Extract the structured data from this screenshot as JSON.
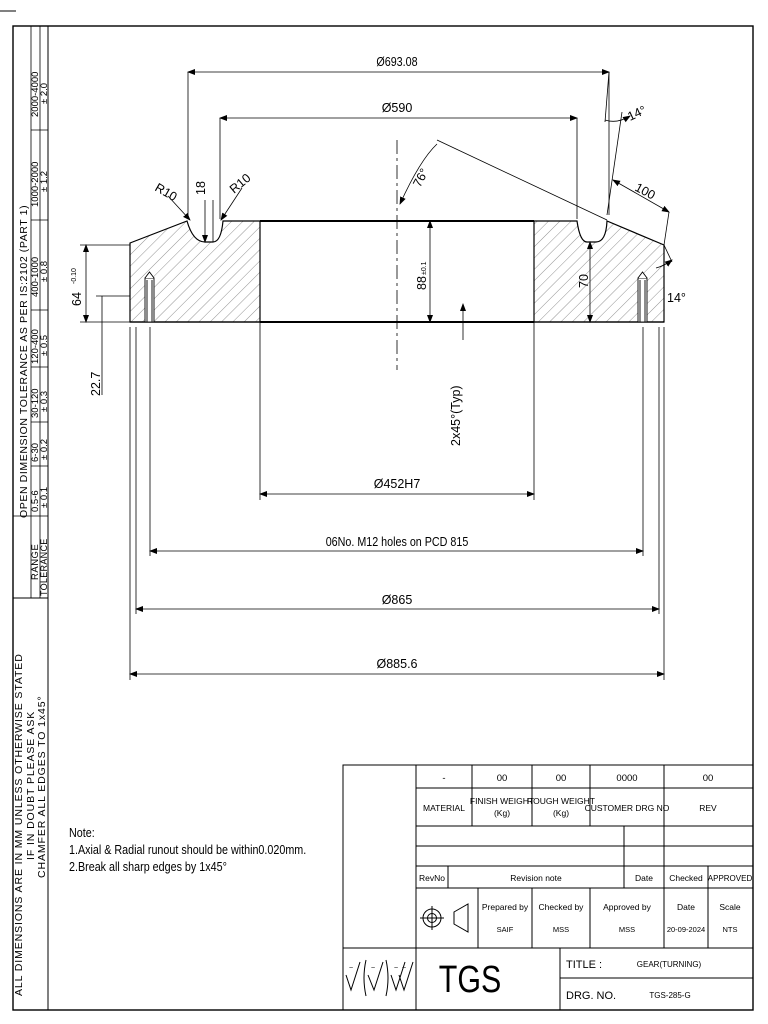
{
  "side_notes": {
    "line1": "ALL DIMENSIONS ARE IN MM UNLESS OTHERWISE STATED",
    "line2": "IF IN DOUBT PLEASE ASK",
    "line3": "CHAMFER ALL EDGES TO 1x45°"
  },
  "tolerance_table": {
    "title": "OPEN DIMENSION TOLERANCE AS PER IS:2102 (PART 1)",
    "range_label": "RANGE",
    "tolerance_label": "TOLERANCE",
    "ranges": [
      "0.5-6",
      "6-30",
      "30-120",
      "120-400",
      "400-1000",
      "1000-2000",
      "2000-4000"
    ],
    "tolerances": [
      "± 0.1",
      "± 0.2",
      "± 0.3",
      "± 0.5",
      "± 0.8",
      "± 1.2",
      "± 2.0"
    ]
  },
  "dimensions": {
    "d_693": "Ø693.08",
    "d_590": "Ø590",
    "d_452": "Ø452H7",
    "pcd_holes": "06No. M12 holes on PCD 815",
    "d_865": "Ø865",
    "d_885": "Ø885.6",
    "angle_76": "76°",
    "angle_14_top": "14°",
    "angle_14_side": "14°",
    "len_100": "100",
    "len_18": "18",
    "r10_left": "R10",
    "r10_right": "R10",
    "thk_64": "64",
    "thk_64_tol": "-0.10",
    "thk_88": "88",
    "thk_88_tol": "±0.1",
    "len_70": "70",
    "len_22": "22.7",
    "chamfer": "2x45°(Typ)"
  },
  "notes": {
    "heading": "Note:",
    "item1": "1.Axial & Radial runout should be within0.020mm.",
    "item2": "2.Break all sharp edges by 1x45°"
  },
  "title_block": {
    "material_value": "-",
    "finish_weight_value": "00",
    "rough_weight_value": "00",
    "customer_drg_value": "0000",
    "rev_value": "00",
    "material_label": "MATERIAL",
    "finish_weight_label": "FINISH WEIGHT",
    "finish_weight_unit": "(Kg)",
    "rough_weight_label": "ROUGH WEIGHT",
    "rough_weight_unit": "(Kg)",
    "customer_drg_label": "CUSTOMER DRG NO",
    "rev_label": "REV",
    "revno_label": "RevNo",
    "revision_note_label": "Revision note",
    "date_label": "Date",
    "checked_label": "Checked",
    "approved_label": "APPROVED",
    "prepared_by_label": "Prepared by",
    "prepared_by_value": "SAIF",
    "checked_by_label": "Checked by",
    "checked_by_value": "MSS",
    "approved_by_label": "Approved by",
    "approved_by_value": "MSS",
    "date_col_label": "Date",
    "date_value": "20-09-2024",
    "scale_label": "Scale",
    "scale_value": "NTS",
    "company": "TGS",
    "title_label": "TITLE :",
    "title_value": "GEAR(TURNING)",
    "drg_label": "DRG. NO.",
    "drg_value": "TGS-285-G"
  }
}
